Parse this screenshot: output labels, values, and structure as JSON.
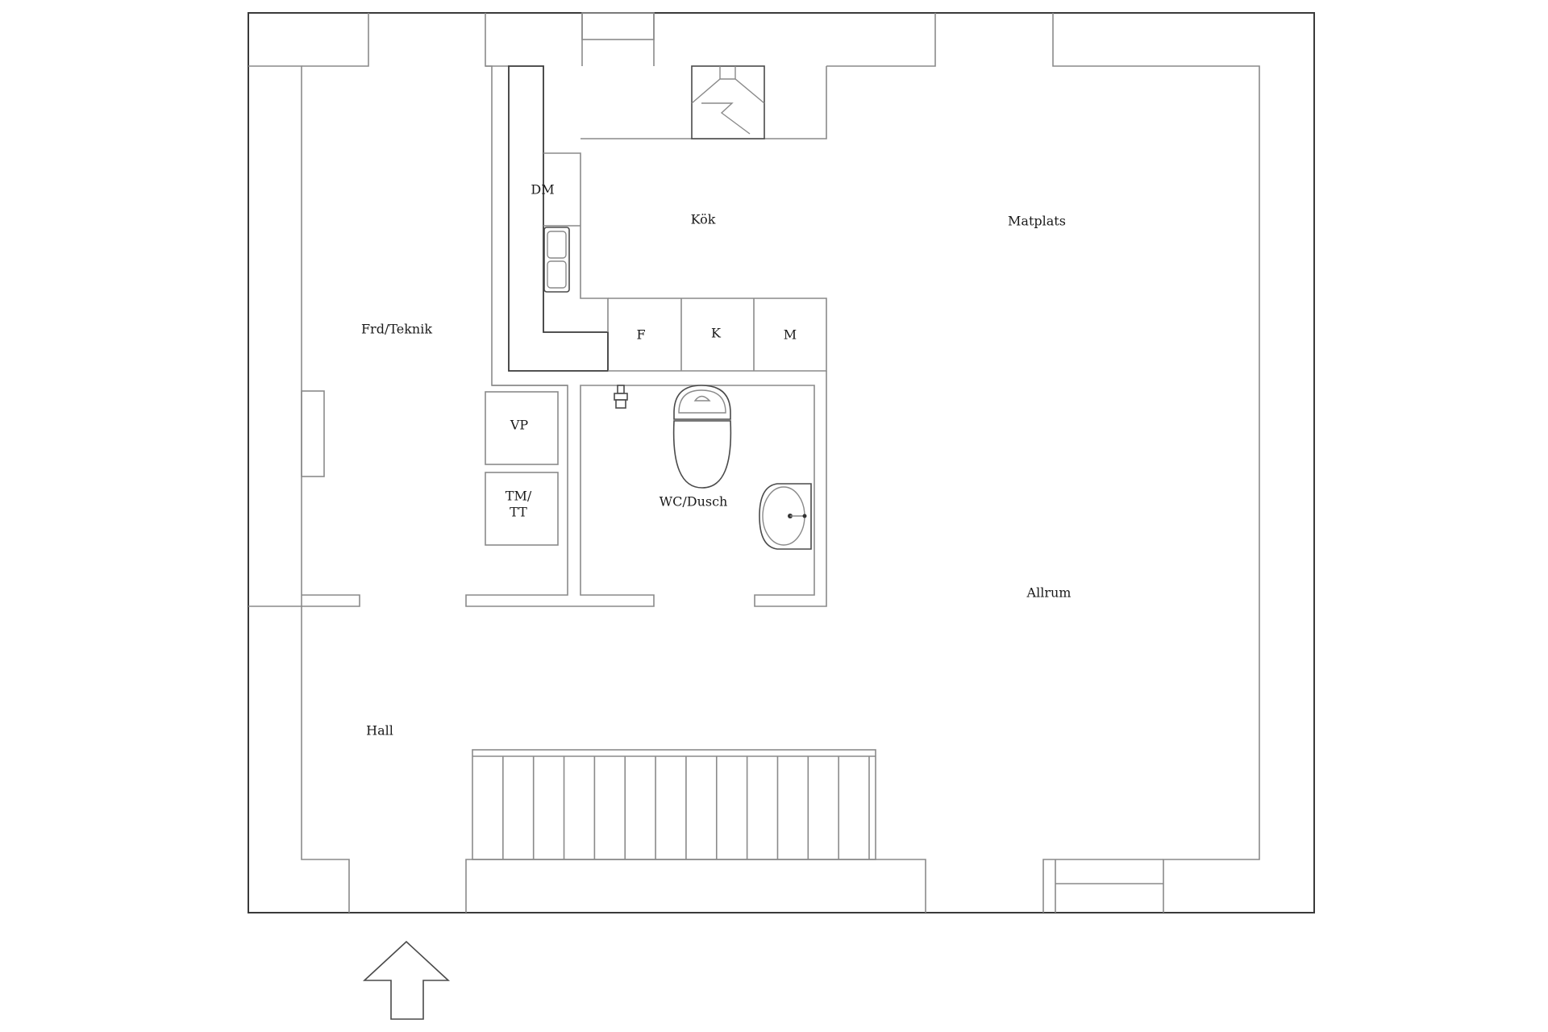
{
  "rooms": {
    "frd_teknik": "Frd/Teknik",
    "kok": "Kök",
    "matplats": "Matplats",
    "allrum": "Allrum",
    "hall": "Hall",
    "wc_dusch": "WC/Dusch"
  },
  "appliances": {
    "dm": "DM",
    "f": "F",
    "k": "K",
    "m": "M",
    "vp": "VP",
    "tm_line1": "TM/",
    "tm_line2": "TT"
  },
  "icons": {
    "entrance": "entrance-arrow-icon",
    "toilet": "toilet-icon",
    "sink": "washbasin-icon",
    "kitchen_sink": "kitchen-sink-icon",
    "stove": "stove-hood-icon",
    "shower": "shower-head-icon"
  },
  "colors": {
    "wall": "#8a8a8a",
    "outline": "#3a3a3a",
    "background": "#ffffff"
  }
}
